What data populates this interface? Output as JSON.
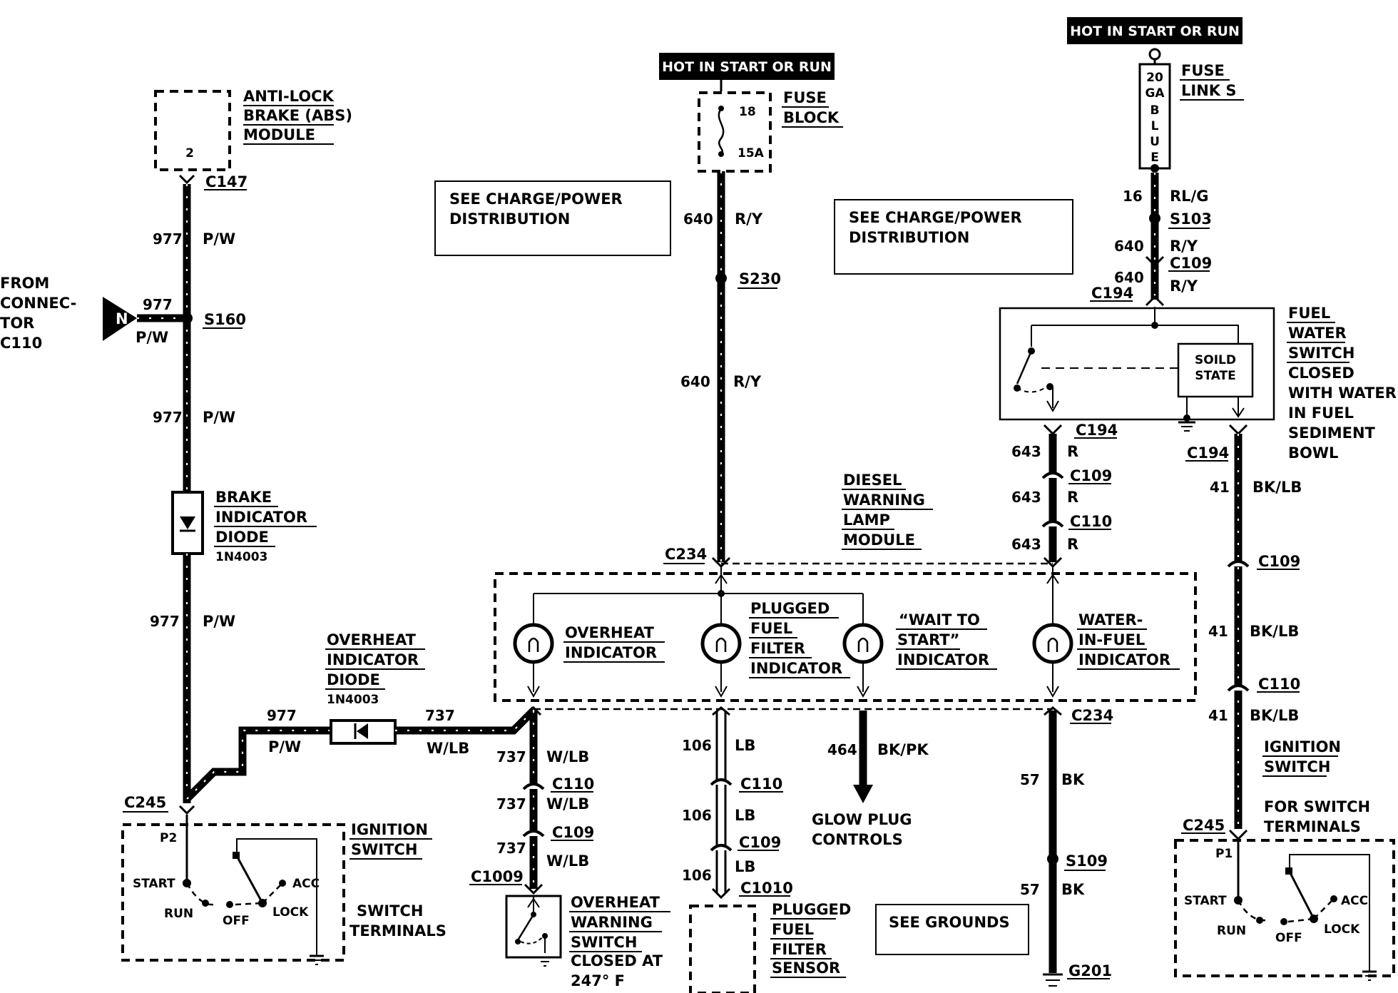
{
  "hot_labels": [
    "HOT IN START OR RUN",
    "HOT IN START OR RUN"
  ],
  "abs_module": {
    "lines": [
      "ANTI-LOCK",
      "BRAKE (ABS)",
      "MODULE"
    ],
    "pin": "2",
    "connector": "C147"
  },
  "from_connector": {
    "lines": [
      "FROM",
      "CONNEC-",
      "TOR",
      "C110"
    ],
    "letter": "N",
    "wire": "977",
    "color": "P/W"
  },
  "splices": {
    "s160": "S160",
    "s230": "S230",
    "s103": "S103",
    "s109": "S109"
  },
  "brake_diode": {
    "lines": [
      "BRAKE",
      "INDICATOR",
      "DIODE"
    ],
    "part": "1N4003"
  },
  "overheat_diode": {
    "lines": [
      "OVERHEAT",
      "INDICATOR",
      "DIODE"
    ],
    "part": "1N4003"
  },
  "fuse_block": {
    "lines": [
      "FUSE",
      "BLOCK"
    ],
    "fuse_num": "18",
    "rating": "15A"
  },
  "fuse_link": {
    "lines": [
      "FUSE",
      "LINK S"
    ],
    "text": [
      "20",
      "GA",
      "B",
      "L",
      "U",
      "E"
    ]
  },
  "see_charge": [
    "SEE CHARGE/POWER",
    "DISTRIBUTION"
  ],
  "see_grounds": "SEE GROUNDS",
  "diesel_module": [
    "DIESEL",
    "WARNING",
    "LAMP",
    "MODULE"
  ],
  "indicators": {
    "overheat": [
      "OVERHEAT",
      "INDICATOR"
    ],
    "plugged": [
      "PLUGGED",
      "FUEL",
      "FILTER",
      "INDICATOR"
    ],
    "wait": [
      "“WAIT TO",
      "START”",
      "INDICATOR"
    ],
    "water": [
      "WATER-",
      "IN-FUEL",
      "INDICATOR"
    ]
  },
  "fuel_water_switch": {
    "lines": [
      "FUEL",
      "WATER",
      "SWITCH",
      "CLOSED",
      "WITH WATER",
      "IN FUEL",
      "SEDIMENT",
      "BOWL"
    ],
    "solid_state": [
      "SOILD",
      "STATE"
    ]
  },
  "glow_plug": [
    "GLOW PLUG",
    "CONTROLS"
  ],
  "overheat_switch": [
    "OVERHEAT",
    "WARNING",
    "SWITCH",
    "CLOSED AT",
    "247° F"
  ],
  "plugged_sensor": [
    "PLUGGED",
    "FUEL",
    "FILTER",
    "SENSOR"
  ],
  "ignition_left": {
    "lines": [
      "IGNITION",
      "SWITCH"
    ],
    "note": [
      "SWITCH",
      "TERMINALS"
    ],
    "pin": "P2",
    "positions": [
      "START",
      "RUN",
      "OFF",
      "LOCK",
      "ACC"
    ]
  },
  "ignition_right": {
    "lines": [
      "IGNITION",
      "SWITCH"
    ],
    "note": [
      "FOR SWITCH",
      "TERMINALS"
    ],
    "pin": "P1",
    "positions": [
      "START",
      "RUN",
      "OFF",
      "LOCK",
      "ACC"
    ]
  },
  "connectors": {
    "c245": "C245",
    "c234": "C234",
    "c110": "C110",
    "c109": "C109",
    "c194": "C194",
    "c1009": "C1009",
    "c1010": "C1010",
    "g201": "G201"
  },
  "wires": {
    "w977": {
      "num": "977",
      "color": "P/W"
    },
    "w737": {
      "num": "737",
      "color": "W/LB"
    },
    "w640": {
      "num": "640",
      "color": "R/Y"
    },
    "w643": {
      "num": "643",
      "color": "R"
    },
    "w41": {
      "num": "41",
      "color": "BK/LB"
    },
    "w106": {
      "num": "106",
      "color": "LB"
    },
    "w464": {
      "num": "464",
      "color": "BK/PK"
    },
    "w57": {
      "num": "57",
      "color": "BK"
    },
    "w16": {
      "num": "16",
      "color": "RL/G"
    }
  }
}
